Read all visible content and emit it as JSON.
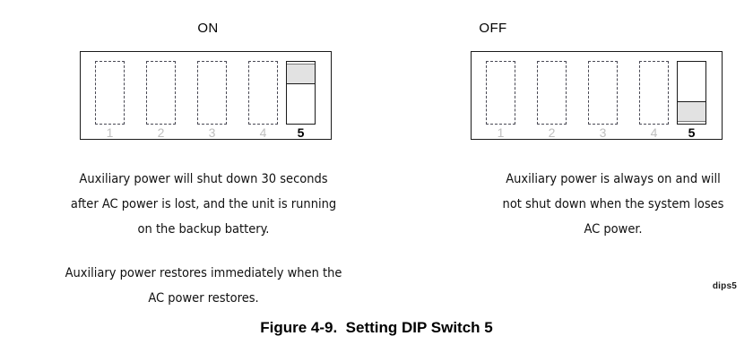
{
  "figure": {
    "caption": "Figure 4-9.  Setting DIP Switch 5",
    "artwork_id": "dips5"
  },
  "panels": [
    {
      "state_label": "ON",
      "switch_count": 5,
      "active_switch": "5",
      "slider_position": "top",
      "numbers": [
        "1",
        "2",
        "3",
        "4",
        "5"
      ],
      "paragraphs": [
        [
          "Auxiliary power will shut down 30 seconds",
          "after AC power is lost, and the unit is running",
          "on the backup battery."
        ],
        [
          "Auxiliary power restores immediately when the",
          "AC power restores."
        ]
      ]
    },
    {
      "state_label": "OFF",
      "switch_count": 5,
      "active_switch": "5",
      "slider_position": "bottom",
      "numbers": [
        "1",
        "2",
        "3",
        "4",
        "5"
      ],
      "paragraphs": [
        [
          "Auxiliary power is always on and will",
          "not shut down when the system loses",
          "AC power."
        ]
      ]
    }
  ],
  "colors": {
    "slider_fill": "#e2e2e2",
    "outline": "#1a1a1a",
    "inactive_outline": "#4a4a55",
    "dim_numeral": "#bfbfbf"
  }
}
